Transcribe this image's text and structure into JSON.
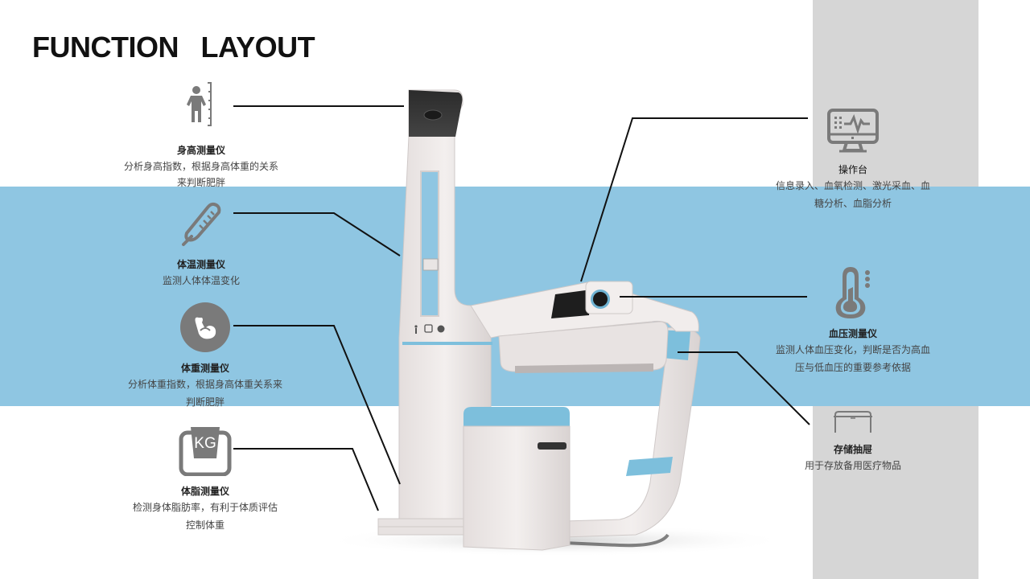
{
  "page": {
    "title": "FUNCTION   LAYOUT",
    "colors": {
      "band_blue": "#8fc6e2",
      "side_gray": "#d6d6d6",
      "icon_gray": "#7a7a7a",
      "accent_blue": "#7dbfdc",
      "line": "#111111"
    }
  },
  "features": [
    {
      "id": "height",
      "icon": "person-height-ruler-icon",
      "name": "身高测量仪",
      "desc_lines": [
        "分析身高指数，根据身高体重的关系",
        "来判断肥胖"
      ]
    },
    {
      "id": "temperature",
      "icon": "thermometer-icon",
      "name": "体温测量仪",
      "desc_lines": [
        "监测人体体温变化"
      ]
    },
    {
      "id": "weight",
      "icon": "muscle-arm-icon",
      "name": "体重测量仪",
      "desc_lines": [
        "分析体重指数，根据身高体重关系来",
        "判断肥胖"
      ]
    },
    {
      "id": "body_fat",
      "icon": "kg-scale-icon",
      "icon_text": "KG",
      "name": "体脂测量仪",
      "desc_lines": [
        "检测身体脂肪率，有利于体质评估",
        "控制体重"
      ]
    },
    {
      "id": "console",
      "icon": "monitor-pulse-icon",
      "name": "操作台",
      "desc_lines": [
        "信息录入、血氧检测、激光采血、血",
        "糖分析、血脂分析"
      ]
    },
    {
      "id": "blood_pressure",
      "icon": "pressure-gauge-icon",
      "name": "血压测量仪",
      "desc_lines": [
        "监测人体血压变化，判断是否为高血",
        "压与低血压的重要参考依据"
      ]
    },
    {
      "id": "drawer",
      "icon": "drawer-icon",
      "name": "存储抽屉",
      "desc_lines": [
        "用于存放备用医疗物品"
      ]
    }
  ]
}
